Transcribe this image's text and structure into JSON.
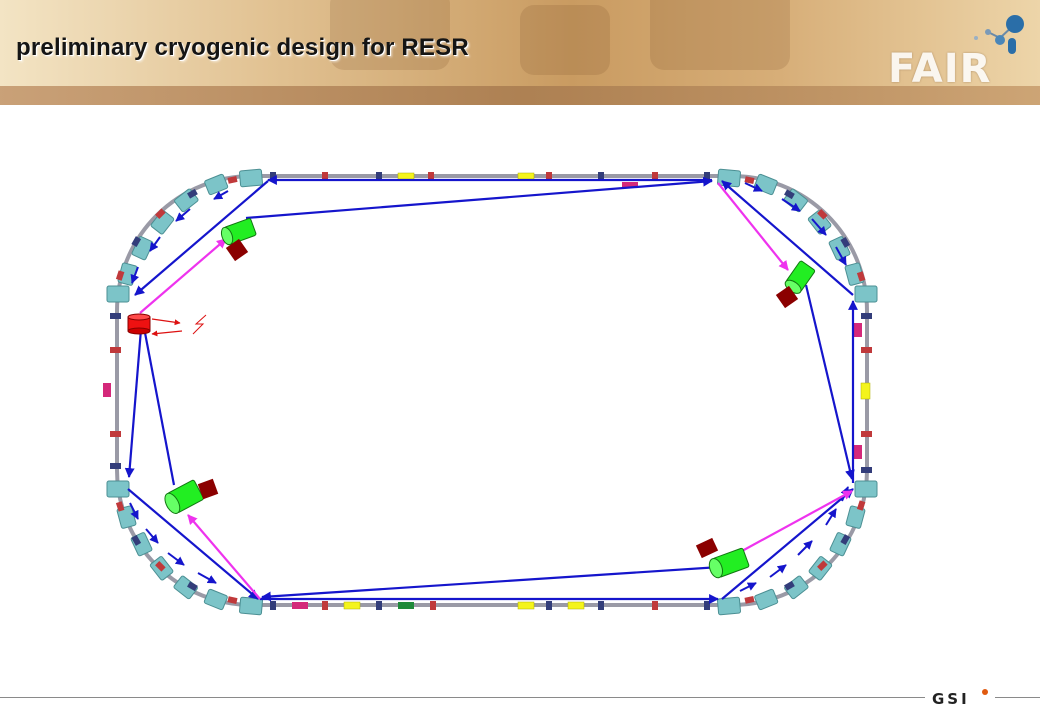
{
  "slide": {
    "title": "preliminary cryogenic design for RESR",
    "logo_text": "FAIR",
    "footer_logo": "GSI"
  },
  "colors": {
    "pipe_blue": "#1515cc",
    "feed_magenta": "#ee33ee",
    "ring_grey": "#9a9aa6",
    "dipole_teal": "#7cc4c8",
    "quad_red": "#c0393b",
    "quad_navy": "#333d7a",
    "kicker_magenta": "#d4287a",
    "element_yellow": "#f4f41c",
    "element_green": "#1f8a3a",
    "cryostat_green": "#22ee22",
    "coldbox_darkred": "#8b0000",
    "refrigerator_red": "#ee1111"
  },
  "icons": {
    "cryostat": "green-cylinder",
    "cold_box": "dark-red-box",
    "refrigerator": "red-cylinder",
    "power": "lightning-bolt"
  }
}
